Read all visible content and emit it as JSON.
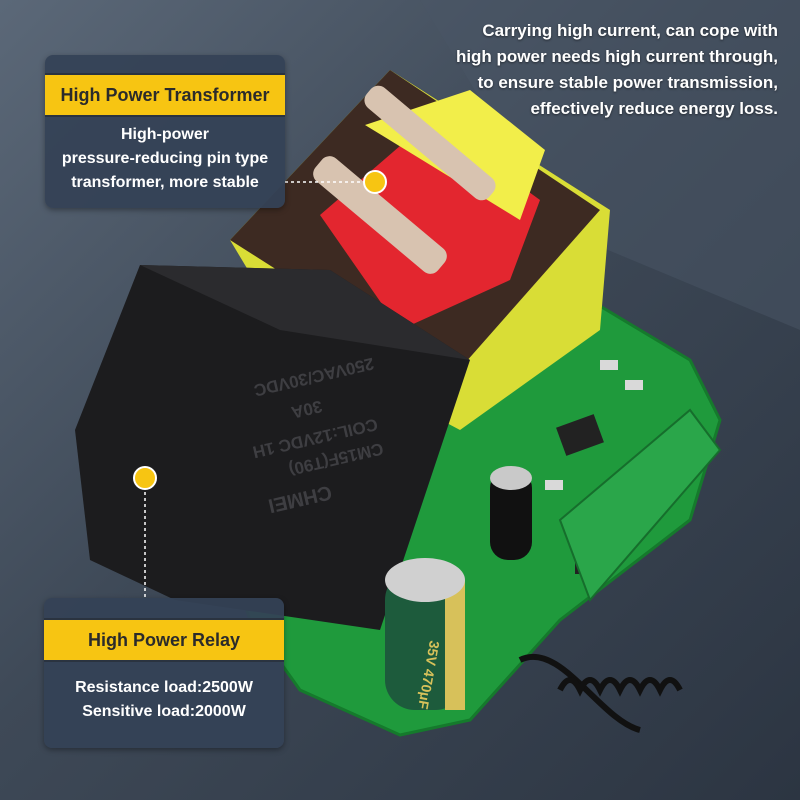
{
  "headline": {
    "lines": [
      "Carrying high current, can cope with",
      "high power needs high current through,",
      "to ensure stable power transmission,",
      "effectively reduce energy loss."
    ]
  },
  "transformer_card": {
    "title": "High Power Transformer",
    "lines": [
      "High-power",
      "pressure-reducing pin type",
      "transformer, more stable"
    ]
  },
  "relay_card": {
    "title": "High Power Relay",
    "lines": [
      "Resistance load:2500W",
      "Sensitive load:2000W"
    ]
  },
  "product_markings": {
    "relay": [
      "CHMEI",
      "CM15F(T90)",
      "COIL:12VDC 1H",
      "30A",
      "250VAC/30VDC"
    ],
    "capacitor": "35V 470μF"
  },
  "colors": {
    "accent_yellow": "#f7c512",
    "card_bg": "#344256",
    "pcb_green": "#1f9a3c",
    "relay_black": "#1c1c1e",
    "coil_red": "#e3262f"
  }
}
